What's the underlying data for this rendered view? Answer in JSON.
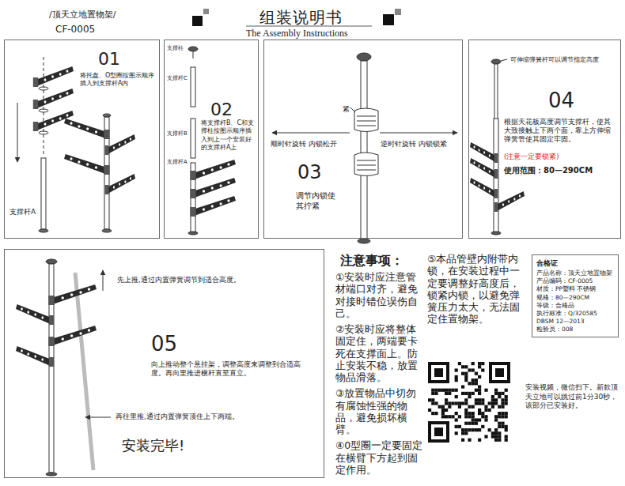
{
  "diagram": {
    "title": "组装说明书",
    "nodes": [
      {
        "text": [
          "01",
          "将托盘、O型圈按图示顺序插入到支撑杆A内",
          "支撑杆A"
        ]
      },
      {
        "text": [
          "支撑柱",
          "支撑杆C",
          "支撑杆B",
          "支撑杆A",
          "02",
          "将支撑杆B、C和支撑柱按图示顺序插入到上一个安装好的支撑杆A上"
        ]
      },
      {
        "text": [
          "紧",
          "顺时针旋转 内锁松开",
          "逆时针旋转 内锁锁紧",
          "03",
          "调节内锁使其拧紧"
        ]
      },
      {
        "text": [
          "可伸缩弹簧杆可以调节指定高度",
          "04",
          "根据天花板高度调节支撑杆，使其大致接触上下两个面，靠上方伸缩弹簧管使其固定牢固。",
          "(注意一定要锁紧)",
          "使用范围：80—290CM"
        ]
      },
      {
        "text": [
          "先上推,通过内置弹簧调节到适合高度。",
          "05",
          "向上推动整个悬挂架，调整高度来调整到合适高度。再向里推进横杆直至直立。",
          "再往里推,通过内置弹簧顶住上下两端。",
          "安装完毕!"
        ]
      },
      {
        "text": [
          "合格证",
          "产品名称：顶天立地置物架",
          "产品编码：CF-0005",
          "材质：PP塑料 不锈钢",
          "规格：80—290CM",
          "等级：合格品",
          "执行标准：Q/320585",
          "DBSM 12—2013",
          "检验员：008"
        ]
      }
    ],
    "labels": [
      "/顶天立地置物架/",
      "CF-0005",
      "The Assembly Instructions",
      "注意事项：",
      "①安装时应注意管材端口对齐，避免对接时错位误伤自己。",
      "②安装时应将整体固定住，两端要卡死在支撑面上。防止安装不稳，放置物品滑落。",
      "③放置物品中切勿有腐蚀性强的物品，避免损坏横臂。",
      "④0型圈一定要固定在横臂下方起到固定作用。",
      "⑤本品管壁内附带内锁，在安装过程中一定要调整好高度后，锁紧内锁，以避免弹簧压力太大，无法固定住置物架。",
      "安装视频，微信扫下。新款顶天立地可以跳过前1分30秒，该部分已安装好。"
    ]
  }
}
